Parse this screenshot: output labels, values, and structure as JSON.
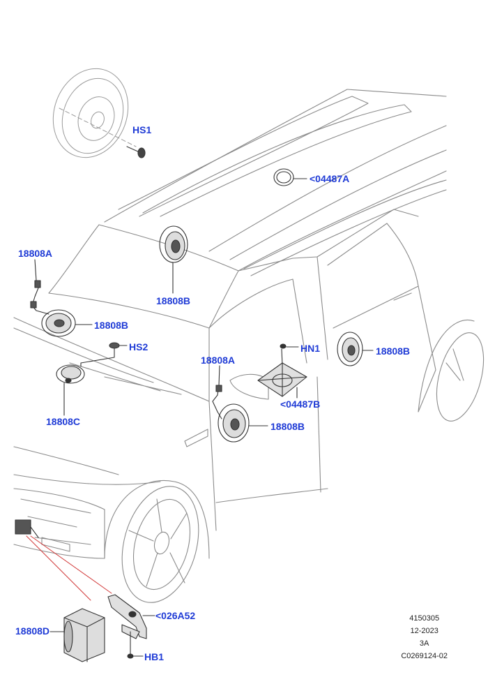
{
  "callouts": {
    "hs1": "HS1",
    "c04487a": "<04487A",
    "c18808a_left": "18808A",
    "c18808b_roof": "18808B",
    "c18808b_dash": "18808B",
    "hs2": "HS2",
    "c18808c": "18808C",
    "c18808a_door": "18808A",
    "hn1": "HN1",
    "c18808b_rear": "18808B",
    "c04487b": "<04487B",
    "c18808b_door": "18808B",
    "c026a52": "<026A52",
    "c18808d": "18808D",
    "hb1": "HB1"
  },
  "reference": {
    "code": "4150305",
    "date": "12-2023",
    "version": "3A",
    "illustration_id": "C0269124-02"
  },
  "colors": {
    "callout": "#1f3bd6",
    "outline": "#8a8a8a",
    "part": "#333333",
    "leader_red": "#d23a3a"
  }
}
